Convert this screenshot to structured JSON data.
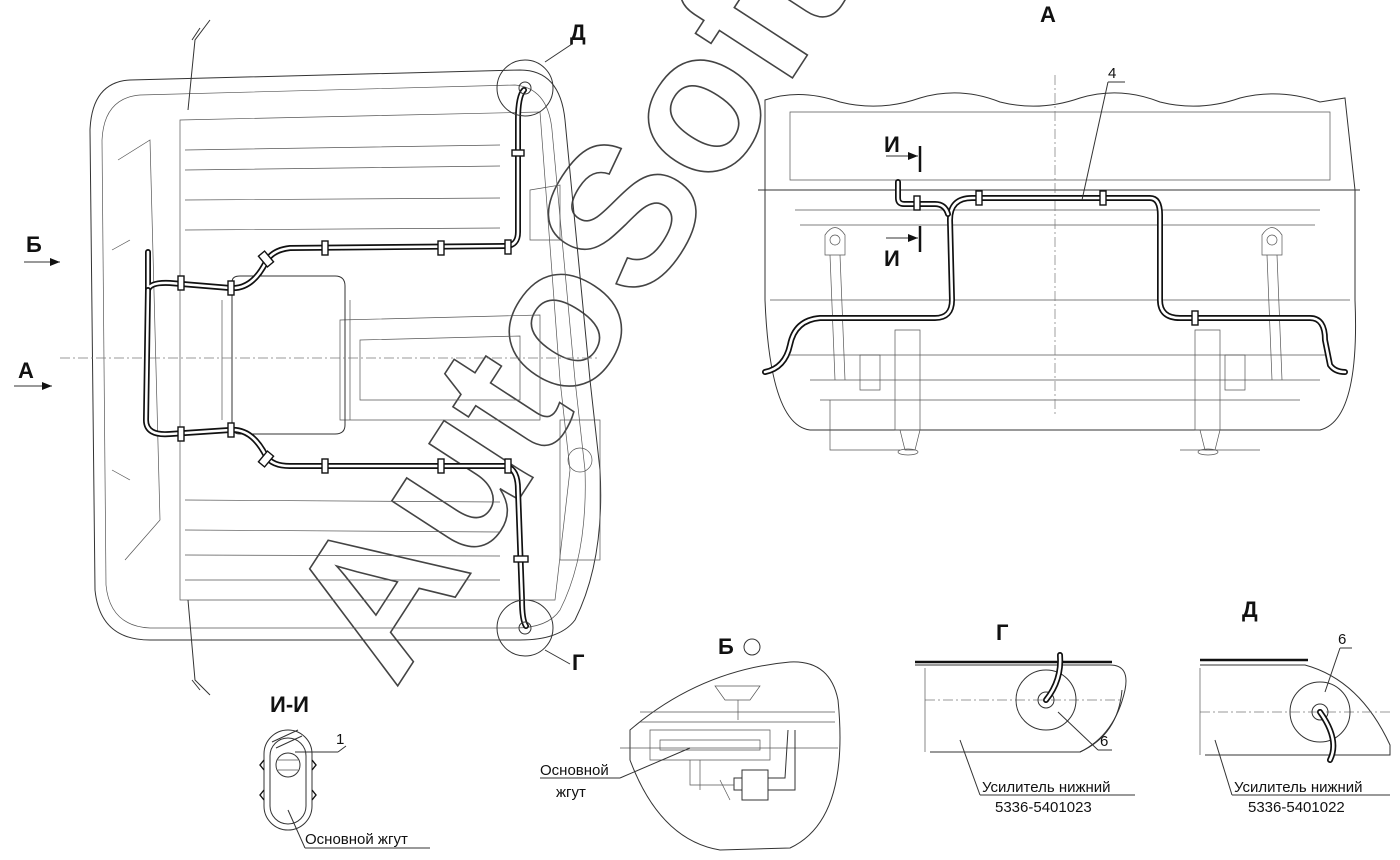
{
  "views": {
    "view_a": "А",
    "view_b": "Б",
    "view_g": "Г",
    "view_d": "Д",
    "section_ii": "И-И",
    "section_mark_i": "И"
  },
  "arrows": {
    "arrow_b": "Б",
    "arrow_a": "А"
  },
  "callouts": {
    "item_4": "4",
    "item_1": "1",
    "item_6_g": "6",
    "item_6_d": "6"
  },
  "notes": {
    "main_harness": "Основной жгут",
    "main_harness_line1": "Основной",
    "main_harness_line2": "жгут",
    "amp_lower": "Усилитель нижний",
    "part_g": "5336-5401023",
    "part_d": "5336-5401022"
  },
  "watermark": "AutoSoft"
}
